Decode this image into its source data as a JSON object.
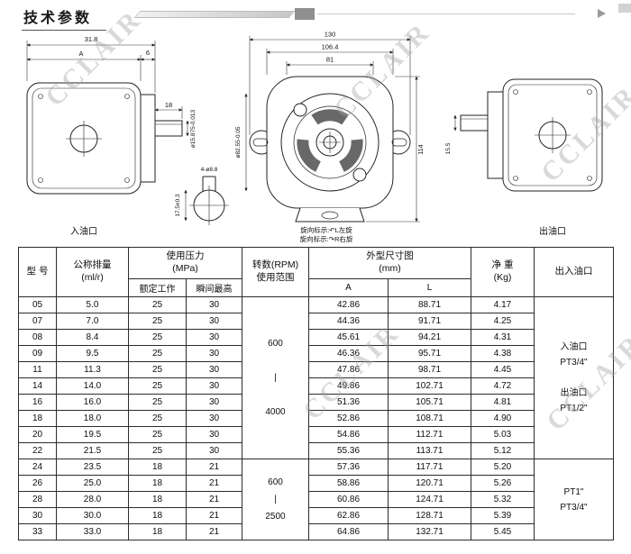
{
  "header": {
    "title": "技术参数"
  },
  "watermark": "CCLAIR",
  "drawings": {
    "left": {
      "dim_width": "31.8",
      "dim_a": "A",
      "dim_6": "6",
      "dim_18": "18",
      "dim_shaft_dia": "ø15.875-0.013",
      "dim_port": "4-ø8.8",
      "dim_port_depth": "17.5±0.3",
      "label": "入油口"
    },
    "center": {
      "dim_130": "130",
      "dim_106": "106.4",
      "dim_81": "81",
      "dim_pilot_dia": "ø82.55-0.05",
      "dim_114": "114",
      "note_line1": "旋向标示:↶L左旋",
      "note_line2": "旋向标示:↷R右旋"
    },
    "right": {
      "dim_shaft_len": "15.5",
      "label": "出油口"
    }
  },
  "table": {
    "headers": {
      "model": "型 号",
      "displacement": "公称排量",
      "displacement_unit": "(ml/r)",
      "pressure": "使用压力",
      "pressure_unit": "(MPa)",
      "rated": "额定工作",
      "max": "瞬间最高",
      "rpm_line1": "转数(RPM)",
      "rpm_line2": "使用范围",
      "dims": "外型尺寸图",
      "dims_unit": "(mm)",
      "dim_a": "A",
      "dim_l": "L",
      "weight": "净 重",
      "weight_unit": "(Kg)",
      "ports": "出入油口"
    },
    "rows": [
      {
        "model": "05",
        "displacement": "5.0",
        "rated": "25",
        "max": "30",
        "A": "42.86",
        "L": "88.71",
        "weight": "4.17"
      },
      {
        "model": "07",
        "displacement": "7.0",
        "rated": "25",
        "max": "30",
        "A": "44.36",
        "L": "91.71",
        "weight": "4.25"
      },
      {
        "model": "08",
        "displacement": "8.4",
        "rated": "25",
        "max": "30",
        "A": "45.61",
        "L": "94.21",
        "weight": "4.31"
      },
      {
        "model": "09",
        "displacement": "9.5",
        "rated": "25",
        "max": "30",
        "A": "46.36",
        "L": "95.71",
        "weight": "4.38"
      },
      {
        "model": "11",
        "displacement": "11.3",
        "rated": "25",
        "max": "30",
        "A": "47.86",
        "L": "98.71",
        "weight": "4.45"
      },
      {
        "model": "14",
        "displacement": "14.0",
        "rated": "25",
        "max": "30",
        "A": "49.86",
        "L": "102.71",
        "weight": "4.72"
      },
      {
        "model": "16",
        "displacement": "16.0",
        "rated": "25",
        "max": "30",
        "A": "51.36",
        "L": "105.71",
        "weight": "4.81"
      },
      {
        "model": "18",
        "displacement": "18.0",
        "rated": "25",
        "max": "30",
        "A": "52.86",
        "L": "108.71",
        "weight": "4.90"
      },
      {
        "model": "20",
        "displacement": "19.5",
        "rated": "25",
        "max": "30",
        "A": "54.86",
        "L": "112.71",
        "weight": "5.03"
      },
      {
        "model": "22",
        "displacement": "21.5",
        "rated": "25",
        "max": "30",
        "A": "55.36",
        "L": "113.71",
        "weight": "5.12"
      },
      {
        "model": "24",
        "displacement": "23.5",
        "rated": "18",
        "max": "21",
        "A": "57.36",
        "L": "117.71",
        "weight": "5.20"
      },
      {
        "model": "26",
        "displacement": "25.0",
        "rated": "18",
        "max": "21",
        "A": "58.86",
        "L": "120.71",
        "weight": "5.26"
      },
      {
        "model": "28",
        "displacement": "28.0",
        "rated": "18",
        "max": "21",
        "A": "60.86",
        "L": "124.71",
        "weight": "5.32"
      },
      {
        "model": "30",
        "displacement": "30.0",
        "rated": "18",
        "max": "21",
        "A": "62.86",
        "L": "128.71",
        "weight": "5.39"
      },
      {
        "model": "33",
        "displacement": "33.0",
        "rated": "18",
        "max": "21",
        "A": "64.86",
        "L": "132.71",
        "weight": "5.45"
      }
    ],
    "groups": [
      {
        "start": 0,
        "span": 10,
        "rpm": "600\n\n|\n\n4000",
        "ports": "入油口\nPT3/4\"\n\n出油口\nPT1/2\""
      },
      {
        "start": 10,
        "span": 5,
        "rpm": "600\n|\n2500",
        "ports": "PT1\"\nPT3/4\""
      }
    ]
  }
}
